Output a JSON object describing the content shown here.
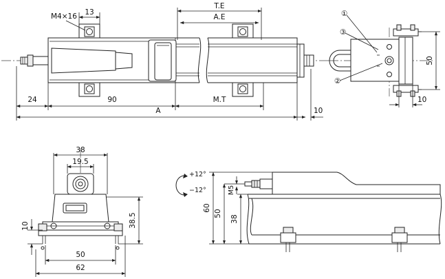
{
  "top_view": {
    "screw": "M4×16",
    "dim_13": "13",
    "dim_te": "T.E",
    "dim_ae": "A.E",
    "dim_24": "24",
    "dim_90": "90",
    "dim_mt": "M.T",
    "dim_a": "A",
    "dim_10": "10"
  },
  "end_view": {
    "callout_1": "①",
    "callout_2": "②",
    "callout_3": "③",
    "dim_50": "50",
    "dim_10": "10"
  },
  "front_view": {
    "dim_38": "38",
    "dim_19_5": "19.5",
    "dim_38_5": "38.5",
    "dim_10": "10",
    "dim_50": "50",
    "dim_62": "62"
  },
  "side_view": {
    "angle_plus": "+12°",
    "angle_minus": "−12°",
    "dim_m5": "M5",
    "dim_60": "60",
    "dim_50": "50",
    "dim_38": "38"
  }
}
